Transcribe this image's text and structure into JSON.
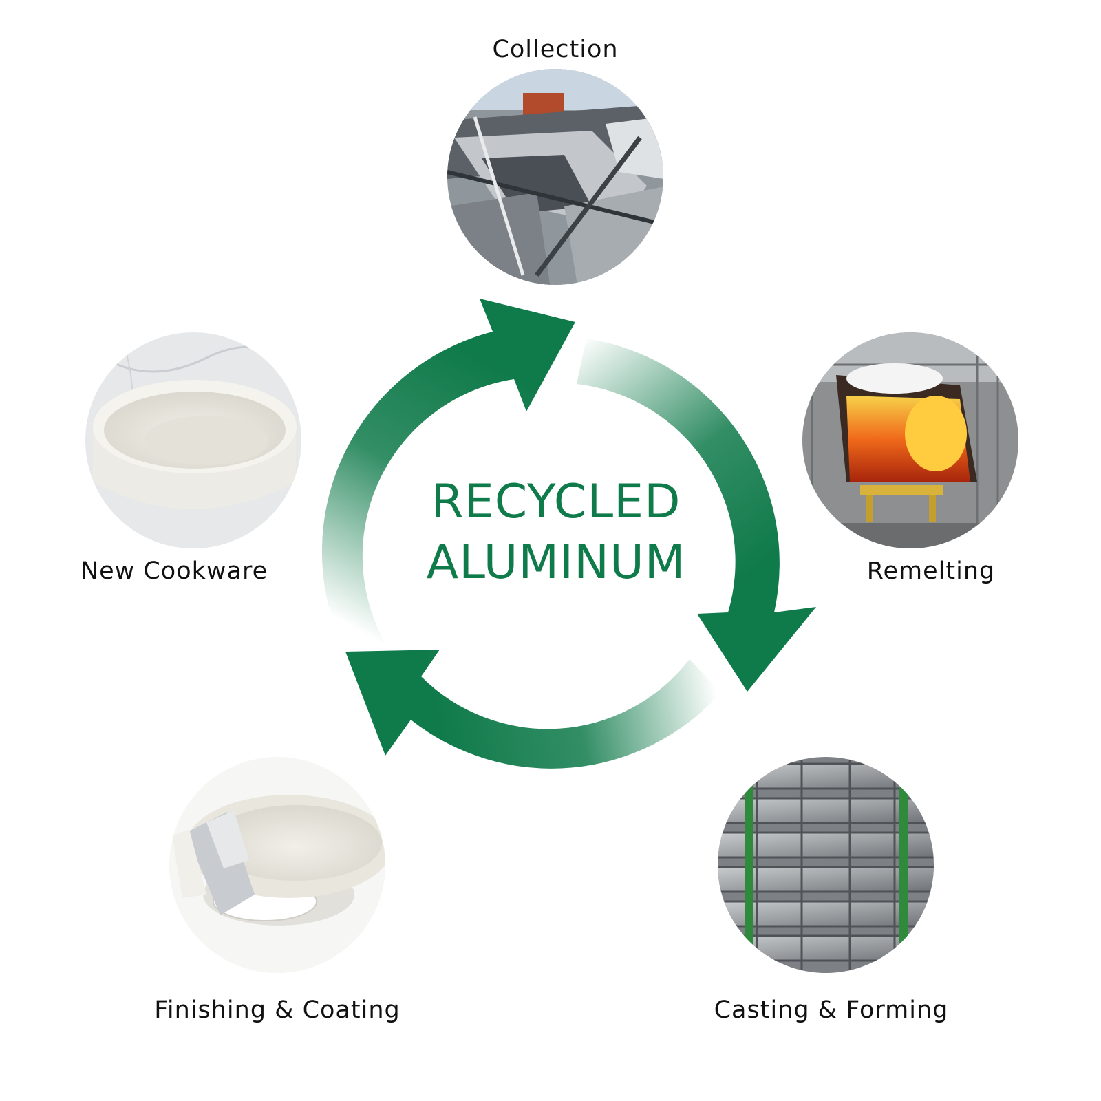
{
  "diagram": {
    "center": {
      "line1": "RECYCLED",
      "line2": "ALUMINUM"
    },
    "accent_color": "#0f7a4a",
    "steps": [
      {
        "label": "Collection",
        "image": "aluminum-scrap-pile"
      },
      {
        "label": "Remelting",
        "image": "furnace-with-flames"
      },
      {
        "label": "Casting & Forming",
        "image": "stacked-aluminum-ingots"
      },
      {
        "label": "Finishing & Coating",
        "image": "coated-pan-layers"
      },
      {
        "label": "New Cookware",
        "image": "white-ceramic-pan"
      }
    ]
  }
}
